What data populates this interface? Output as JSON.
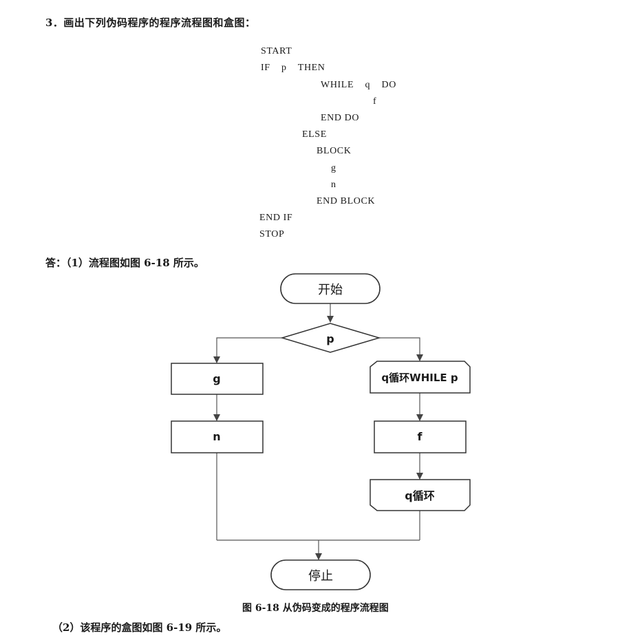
{
  "question": "3．画出下列伪码程序的程序流程图和盒图：",
  "pseudocode": [
    "START",
    "IF    p    THEN",
    "WHILE    q    DO",
    "f",
    "END DO",
    "ELSE",
    "BLOCK",
    "g",
    "n",
    "END BLOCK",
    "END IF",
    "STOP"
  ],
  "answer_1": "答：（1）流程图如图 6-18 所示。",
  "flowchart": {
    "start": "开始",
    "condition": "p",
    "left_box_1": "g",
    "left_box_2": "n",
    "loop_start": "q循环WHILE p",
    "right_box": "f",
    "loop_end": "q循环",
    "stop": "停止"
  },
  "caption": "图 6-18    从伪码变成的程序流程图",
  "answer_2": "（2）该程序的盒图如图 6-19 所示。"
}
